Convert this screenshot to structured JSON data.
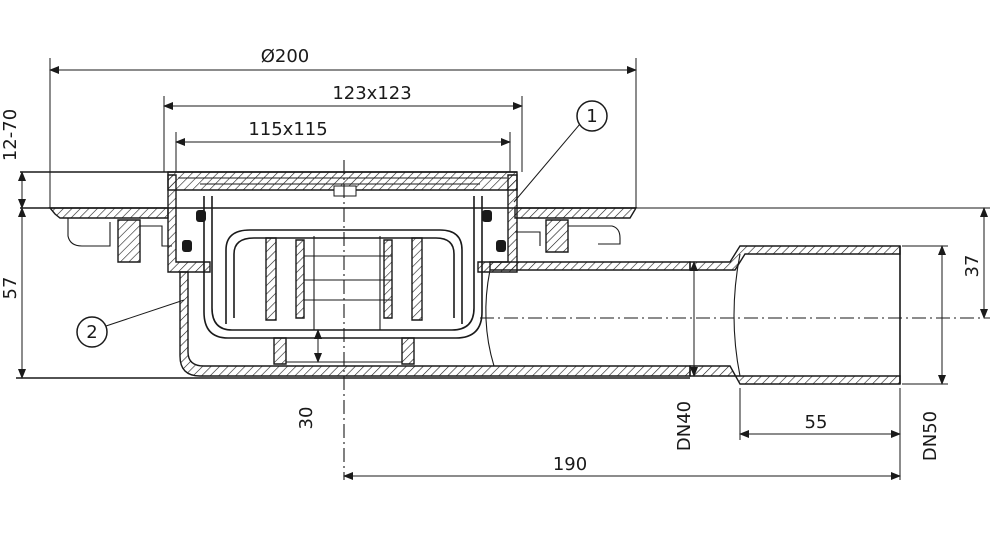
{
  "dimensions": {
    "outer_diameter": "Ø200",
    "frame_size": "123x123",
    "grate_size": "115x115",
    "height_adjust": "12-70",
    "body_height": "57",
    "outlet_offset": "37",
    "seal_depth": "30",
    "outlet_length": "190",
    "socket_length": "55",
    "inner_pipe": "DN40",
    "outer_pipe": "DN50"
  },
  "callouts": {
    "item1": "1",
    "item2": "2"
  },
  "colors": {
    "line": "#1a1a1a",
    "background": "#ffffff"
  }
}
